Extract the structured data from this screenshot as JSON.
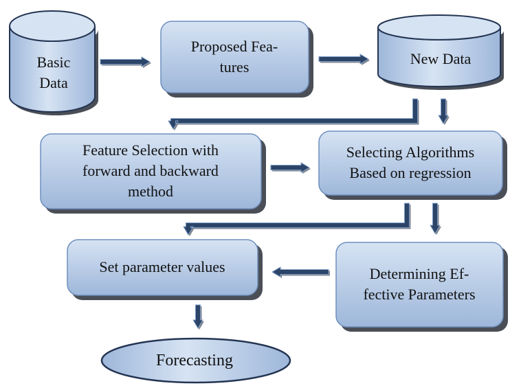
{
  "diagram": {
    "colors": {
      "box_light": "#d6e3f3",
      "box_dark": "#9eb7da",
      "shadow": "#2a2f38",
      "arrow": "#2b4468",
      "text": "#111111"
    },
    "nodes": {
      "basic_data": {
        "label": "Basic\nData",
        "shape": "cylinder",
        "icon": "database-icon"
      },
      "proposed_features": {
        "label": "Proposed Fea-\ntures",
        "shape": "rounded-box"
      },
      "new_data": {
        "label": "New Data",
        "shape": "cylinder",
        "icon": "database-icon"
      },
      "feature_selection": {
        "label": "Feature Selection with\nforward and backward\nmethod",
        "shape": "rounded-box"
      },
      "selecting_algorithms": {
        "label": "Selecting Algorithms\nBased on regression",
        "shape": "rounded-box"
      },
      "set_parameter_values": {
        "label": "Set parameter values",
        "shape": "rounded-box"
      },
      "determining_parameters": {
        "label": "Determining Ef-\nfective Parameters",
        "shape": "rounded-box"
      },
      "forecasting": {
        "label": "Forecasting",
        "shape": "ellipse"
      }
    },
    "edges": [
      {
        "from": "basic_data",
        "to": "proposed_features"
      },
      {
        "from": "proposed_features",
        "to": "new_data"
      },
      {
        "from": "new_data",
        "to": "feature_selection"
      },
      {
        "from": "new_data",
        "to": "selecting_algorithms"
      },
      {
        "from": "feature_selection",
        "to": "selecting_algorithms"
      },
      {
        "from": "selecting_algorithms",
        "to": "set_parameter_values"
      },
      {
        "from": "selecting_algorithms",
        "to": "determining_parameters"
      },
      {
        "from": "determining_parameters",
        "to": "set_parameter_values"
      },
      {
        "from": "set_parameter_values",
        "to": "forecasting"
      }
    ]
  }
}
